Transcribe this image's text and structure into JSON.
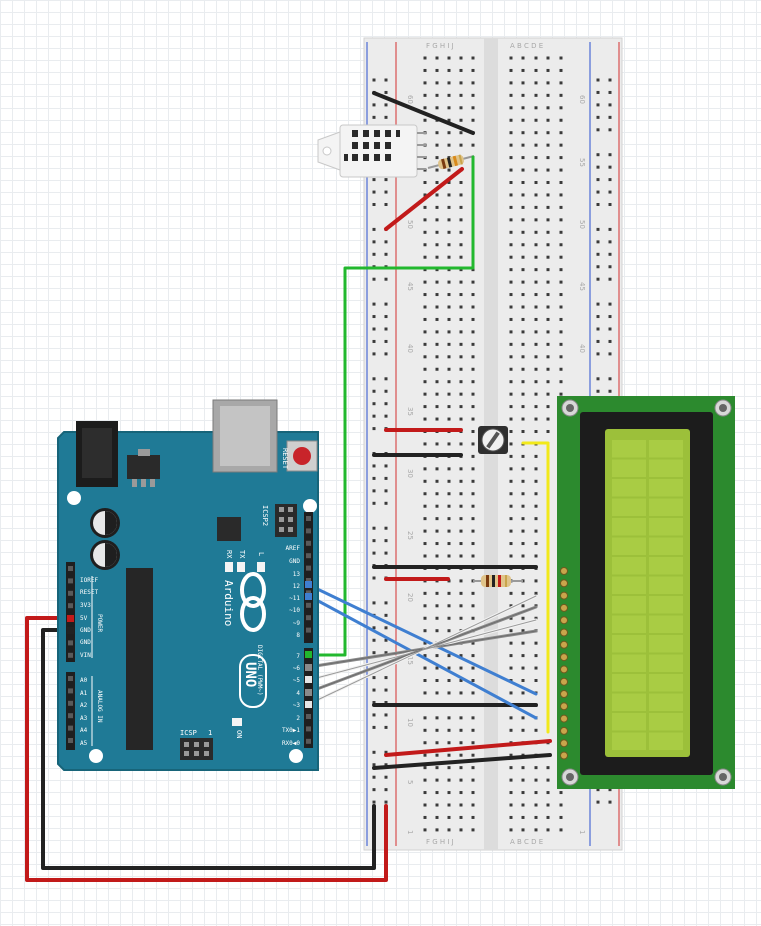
{
  "breadboard": {
    "row_numbers": [
      "60",
      "55",
      "50",
      "45",
      "40",
      "35",
      "30",
      "25",
      "20",
      "15",
      "10",
      "5",
      "1"
    ],
    "column_letters_right": "A B C D E",
    "column_letters_left": "F G H I J"
  },
  "arduino": {
    "brand": "Arduino",
    "model": "UNO",
    "reset_label": "RESET",
    "icsp2_label": "ICSP2",
    "icsp_label": "ICSP",
    "icsp_pin1": "1",
    "on_label": "ON",
    "tx_label": "TX",
    "rx_label": "RX",
    "l_label": "L",
    "power_header_label": "POWER",
    "analog_header_label": "ANALOG IN",
    "digital_header_label": "DIGITAL (PWM~)",
    "power_pins": [
      "IOREF",
      "RESET",
      "3V3",
      "5V",
      "GND",
      "GND",
      "VIN"
    ],
    "analog_pins": [
      "A0",
      "A1",
      "A2",
      "A3",
      "A4",
      "A5"
    ],
    "digital_top_pins": [
      "AREF",
      "GND",
      "13",
      "12",
      "~11",
      "~10",
      "~9",
      "8"
    ],
    "digital_bottom_pins": [
      "7",
      "~6",
      "~5",
      "4",
      "~3",
      "2",
      "TX0▶1",
      "RX0◀0"
    ]
  },
  "colors": {
    "board": "#1f7a96",
    "board_edge": "#176479",
    "wire_red": "#c21a1a",
    "wire_black": "#222222",
    "wire_green": "#22b82e",
    "wire_blue": "#3f7fd1",
    "wire_gray": "#8a8a8a",
    "wire_white": "#f2f2f2",
    "wire_yellow": "#f2e91a",
    "lcd_pcb": "#2c8a2e",
    "lcd_screen": "#9cc03a",
    "breadboard": "#ececec"
  }
}
